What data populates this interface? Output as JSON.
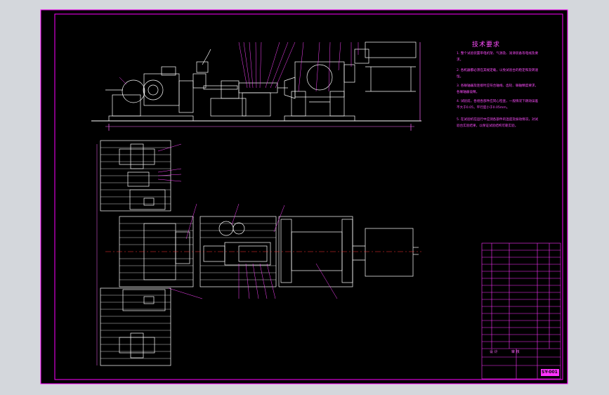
{
  "drawing": {
    "tech_title": "技术要求",
    "notes": [
      "1. 整个试验装置带电机架、气源及、润滑装备等电线及要求。",
      "2. 各机器都必须在其规定载，以免试验台的稳定和及转速恒。",
      "3. 各联轴器及连接时应符合轴线、齿轮、联轴精度要求，各联轴器设精。",
      "4. 试验前，各组各部件应同心检查，一般情况下跳动误差不大于0.05，平行度小于0.05mm。",
      "5. 在试验机在运行中应测各部件的温度及振动情况，对试验台实验结果，以保证试验结构可靠实验。"
    ],
    "title_block": {
      "label_a": "设 计",
      "label_b": "审 核",
      "drawing_no": "SY-001"
    }
  },
  "colors": {
    "line": "#ffffff",
    "accent": "#ff33ff",
    "center": "#ff3333",
    "frame": "#ff00ff"
  }
}
